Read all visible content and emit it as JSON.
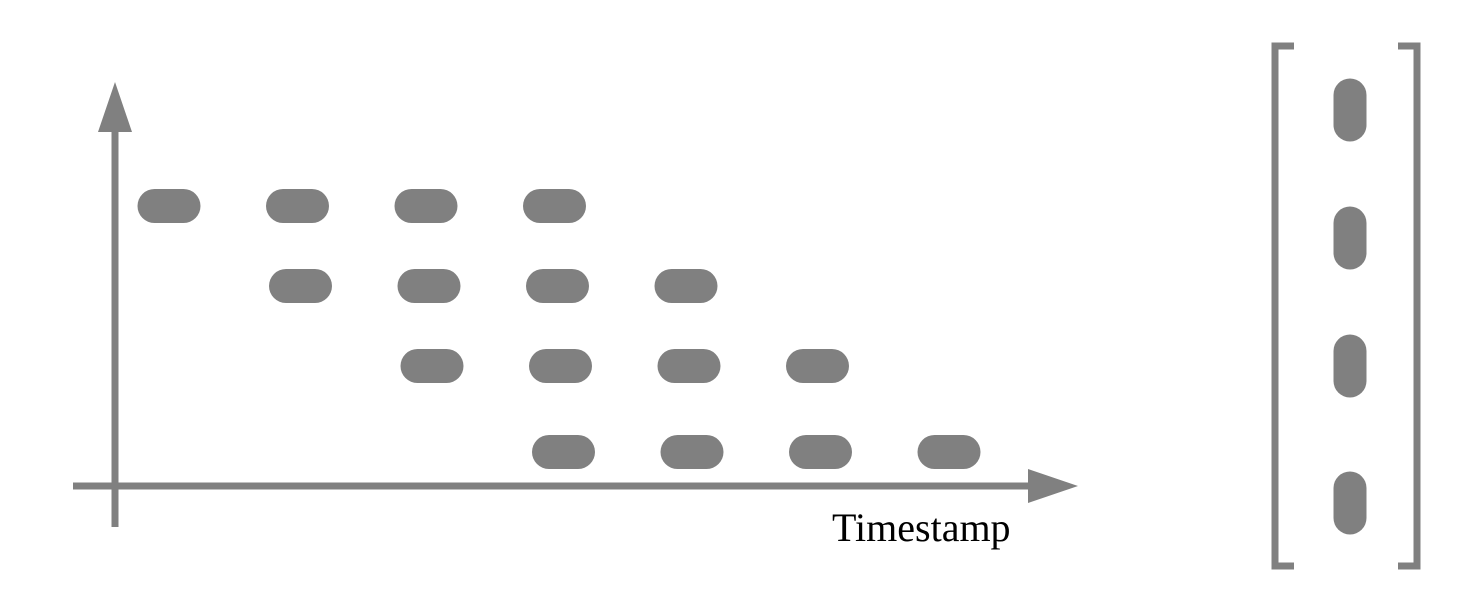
{
  "diagram": {
    "x_axis_label": "Timestamp",
    "stroke_color": "#808080",
    "label_color": "#000000",
    "background": "#ffffff",
    "rows": [
      {
        "start_step": 0,
        "count": 4
      },
      {
        "start_step": 1,
        "count": 4
      },
      {
        "start_step": 2,
        "count": 4
      },
      {
        "start_step": 3,
        "count": 4
      }
    ],
    "vector": {
      "element_count": 4
    }
  }
}
